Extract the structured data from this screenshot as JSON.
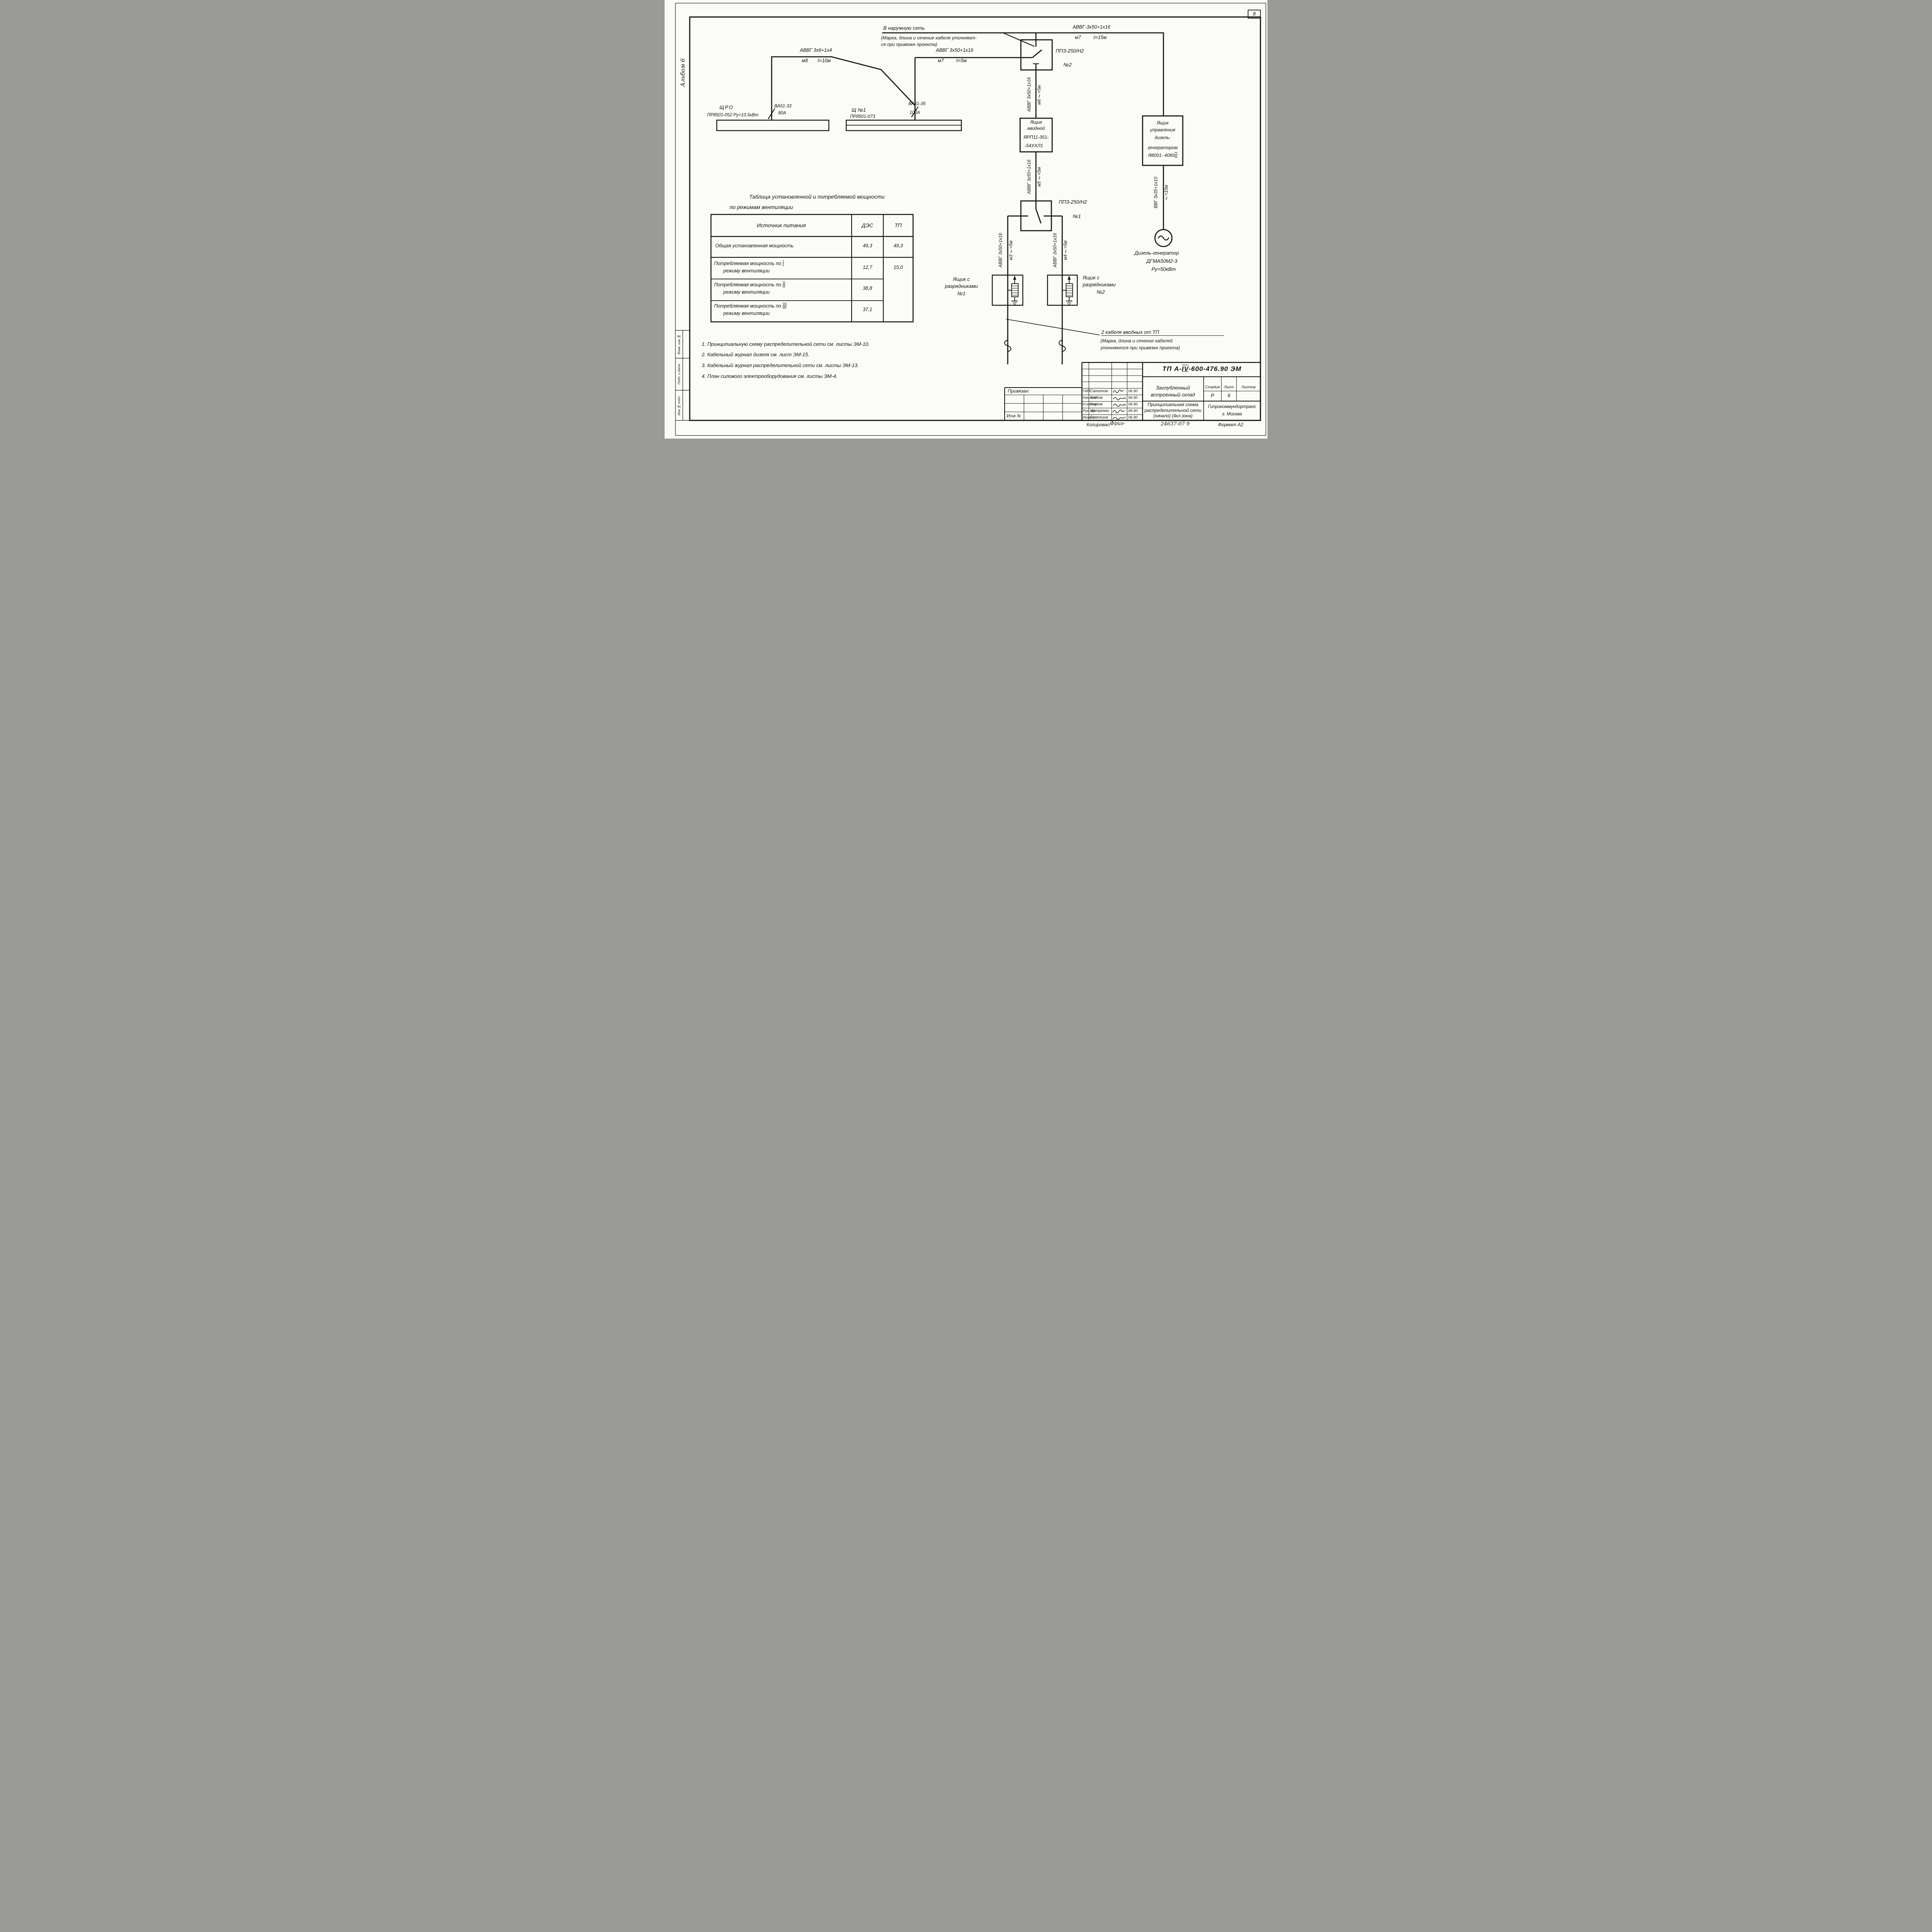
{
  "page": {
    "num": "8",
    "album": "Альбом 6",
    "format": "Формат А2",
    "stamp": "24637-07   9",
    "kopir": "Копировал:",
    "kopir_sig": "Фриг-",
    "inv": "Инв №"
  },
  "margin": {
    "c1": "Взам. инв.№",
    "c2": "Подп. и дата",
    "c3": "Инв.№ подл."
  },
  "ext": {
    "l1": "В наружную сеть",
    "l2": "(Марка, длина и сечение кабеля уточняют-",
    "l3": "ся при привязке проекта)"
  },
  "tpnote": {
    "l1": "2 кабеля вводных от ТП",
    "l2": "(Марка, длина и сечение кабелей",
    "l3": "уточняются при привязке проекта)"
  },
  "cab": {
    "c15t": "АВВГ-3х50+1х16",
    "c15m": "м7",
    "c15l": "ℓ=15м",
    "c10t": "АВВГ 3х6+1х4",
    "c10m": "м8",
    "c10l": "ℓ=10м",
    "c5t": "АВВГ 3х50+1х16",
    "c5m": "м7",
    "c5l": "ℓ=5м",
    "m6t": "АВВГ 3х50+1х16",
    "m6m": "м6   ℓ=5м",
    "m5t": "АВВГ 3х50+1х16",
    "m5m": "м5   ℓ=5м",
    "m3t": "АВВГ 3х50+1х16",
    "m3m": "м3   ℓ=5м",
    "m4t": "АВВГ 3х50+1х16",
    "m4m": "м4   ℓ=5м",
    "gt": "ВВГ 3х35+1х10",
    "gl": "ℓ=10м"
  },
  "dev": {
    "ppz": "ППЗ-250/Н2",
    "n2": "№2",
    "n1": "№1",
    "schro": "ЩРО",
    "schro_sub": "ПР8501-052    Ру=10,5кВт",
    "ba33": "ВА51-33",
    "a80": "80А",
    "sch1": "Щ №1",
    "sch1_sub": "ПР8501-073",
    "ba35": "ВА51-35",
    "a100": "100А",
    "inb1": "Ящик",
    "inb2": "вводной",
    "inb3": "ЯРП11-351-",
    "inb4": "-54УХЛ1",
    "cb1": "Ящик",
    "cb2": "управления",
    "cb3": "дизель-",
    "cb4": "генератором",
    "cb5": "Я8001- 4085",
    "cb5r": "II",
    "arr1a": "Ящик с",
    "arr1b": "разрядниками",
    "arr1c": "№1",
    "arr2a": "Ящик с",
    "arr2b": "разрядниками",
    "arr2c": "№2",
    "gen1": "Дизель-генератор",
    "gen2": "ДГМА50М2-3",
    "gen3": "Ру=50кВт"
  },
  "table": {
    "t1": "Таблица установленной и потребляемой мощности",
    "t2": "по режимам вентиляции",
    "h1": "Источник питания",
    "h2": "ДЭС",
    "h3": "ТП",
    "r1": "Общая установленная мощность",
    "r1d": "49,3",
    "r1t": "49,3",
    "rp": "Потребляемая мощность по",
    "rl2": "режиму вентиляции",
    "rr1": "I",
    "rr2": "II",
    "rr3": "III",
    "r2d": "12,7",
    "r2t": "15,0",
    "r3d": "38,8",
    "r4d": "37,1"
  },
  "notes": {
    "n1": "1. Принципиальную схему распределительной сети см. листы ЭМ-10.",
    "n2": "2. Кабельный журнал дизеля см. лист ЭМ-15.",
    "n3": "3. Кабельный журнал распределительной сети см. листы ЭМ-13.",
    "n4": "4. План силового электрооборудования см. листы ЭМ-4."
  },
  "tb": {
    "desp": "ТП   А-",
    "desr": "IV",
    "dess": "-600-476.90   ЭМ",
    "o1": "Заглубленный",
    "o2": "встроенный склад",
    "stl": "Стадия",
    "shl": "Лист",
    "shsl": "Листов",
    "st": "Р",
    "sh": "6",
    "shs": "",
    "s1": "Принципиальная схема",
    "s2": "распределительной сети",
    "s3": "(начало) (4кл.зона)",
    "org1": "Гипрокоммундортранс",
    "org2": "г. Москва",
    "priv": "Привязан:",
    "rows": [
      {
        "role": "ГИП",
        "name": "Сатитов",
        "date": "06.90"
      },
      {
        "role": "Нач.отд",
        "name": "Козлов",
        "date": "06.90"
      },
      {
        "role": "Н.контр",
        "name": "Козлов",
        "date": "06.90"
      },
      {
        "role": "Рук. гр.",
        "name": "Матренко",
        "date": "06.90"
      },
      {
        "role": "Инжен.",
        "name": "Самохина",
        "date": "06.90"
      }
    ]
  }
}
